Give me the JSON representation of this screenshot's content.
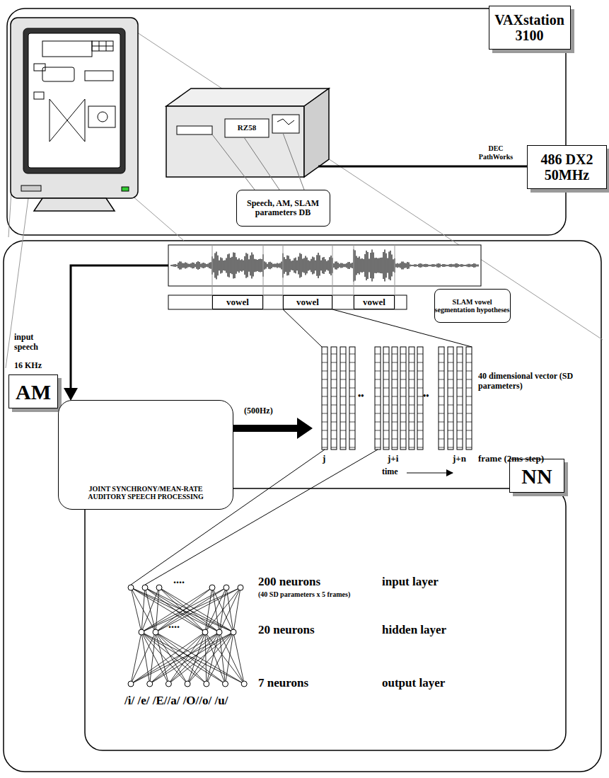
{
  "diagram": {
    "nodes": [
      {
        "text": [
          "VAXstation 3100"
        ]
      },
      {
        "text": [
          "Speech, AM, SLAM parameters DB"
        ]
      },
      {
        "text": [
          "486 DX2 50MHz"
        ]
      },
      {
        "text": [
          "vowel"
        ]
      },
      {
        "text": [
          "vowel"
        ]
      },
      {
        "text": [
          "vowel"
        ]
      },
      {
        "text": [
          "SLAM vowel segmentation hypotheses"
        ]
      },
      {
        "text": [
          "AM"
        ]
      },
      {
        "text": [
          "JOINT SYNCHRONY/MEAN-RATE AUDITORY SPEECH PROCESSING"
        ]
      },
      {
        "text": [
          "NN"
        ]
      }
    ],
    "labels": [
      "RZ58",
      "DEC PathWorks",
      "input speech",
      "16 KHz",
      "(500Hz)",
      "40 dimensional vector (SD parameters)",
      "j",
      "••",
      "j+i",
      "••",
      "time",
      "j+n",
      "frame (2ms step)",
      "200 neurons",
      "(40 SD parameters x 5 frames)",
      "input layer",
      "....",
      "20 neurons",
      "hidden layer",
      "....",
      "7 neurons",
      "output layer",
      "/i/ /e/ /E//a/ /O//o/ /u/"
    ]
  }
}
